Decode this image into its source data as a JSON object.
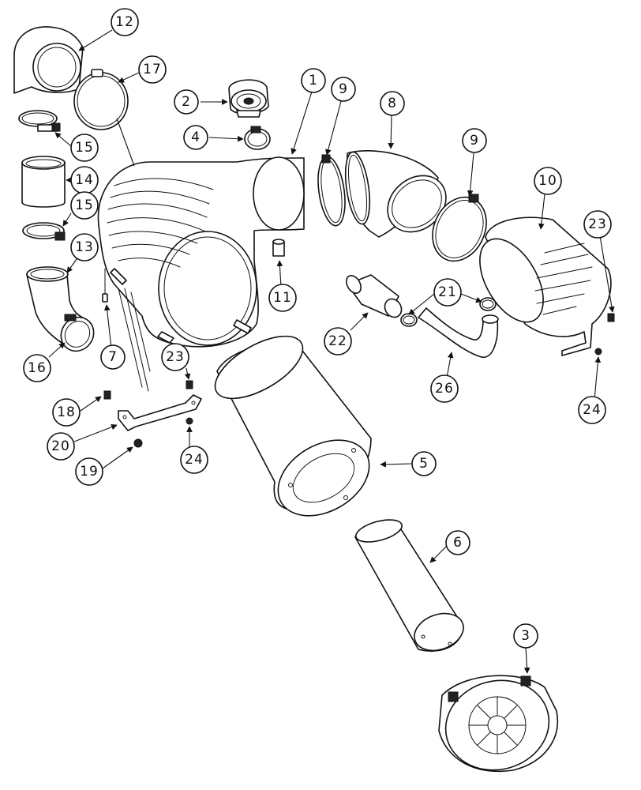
{
  "diagram": {
    "type": "exploded-parts-view",
    "callouts": [
      {
        "id": "c12",
        "label": "12"
      },
      {
        "id": "c17",
        "label": "17"
      },
      {
        "id": "c15a",
        "label": "15"
      },
      {
        "id": "c14",
        "label": "14"
      },
      {
        "id": "c15b",
        "label": "15"
      },
      {
        "id": "c13",
        "label": "13"
      },
      {
        "id": "c16",
        "label": "16"
      },
      {
        "id": "c7",
        "label": "7"
      },
      {
        "id": "c2",
        "label": "2"
      },
      {
        "id": "c4",
        "label": "4"
      },
      {
        "id": "c1",
        "label": "1"
      },
      {
        "id": "c9a",
        "label": "9"
      },
      {
        "id": "c8",
        "label": "8"
      },
      {
        "id": "c9b",
        "label": "9"
      },
      {
        "id": "c10",
        "label": "10"
      },
      {
        "id": "c23a",
        "label": "23"
      },
      {
        "id": "c11",
        "label": "11"
      },
      {
        "id": "c21",
        "label": "21"
      },
      {
        "id": "c22",
        "label": "22"
      },
      {
        "id": "c26",
        "label": "26"
      },
      {
        "id": "c24a",
        "label": "24"
      },
      {
        "id": "c23b",
        "label": "23"
      },
      {
        "id": "c18",
        "label": "18"
      },
      {
        "id": "c20",
        "label": "20"
      },
      {
        "id": "c19",
        "label": "19"
      },
      {
        "id": "c24b",
        "label": "24"
      },
      {
        "id": "c5",
        "label": "5"
      },
      {
        "id": "c6",
        "label": "6"
      },
      {
        "id": "c3",
        "label": "3"
      }
    ]
  }
}
